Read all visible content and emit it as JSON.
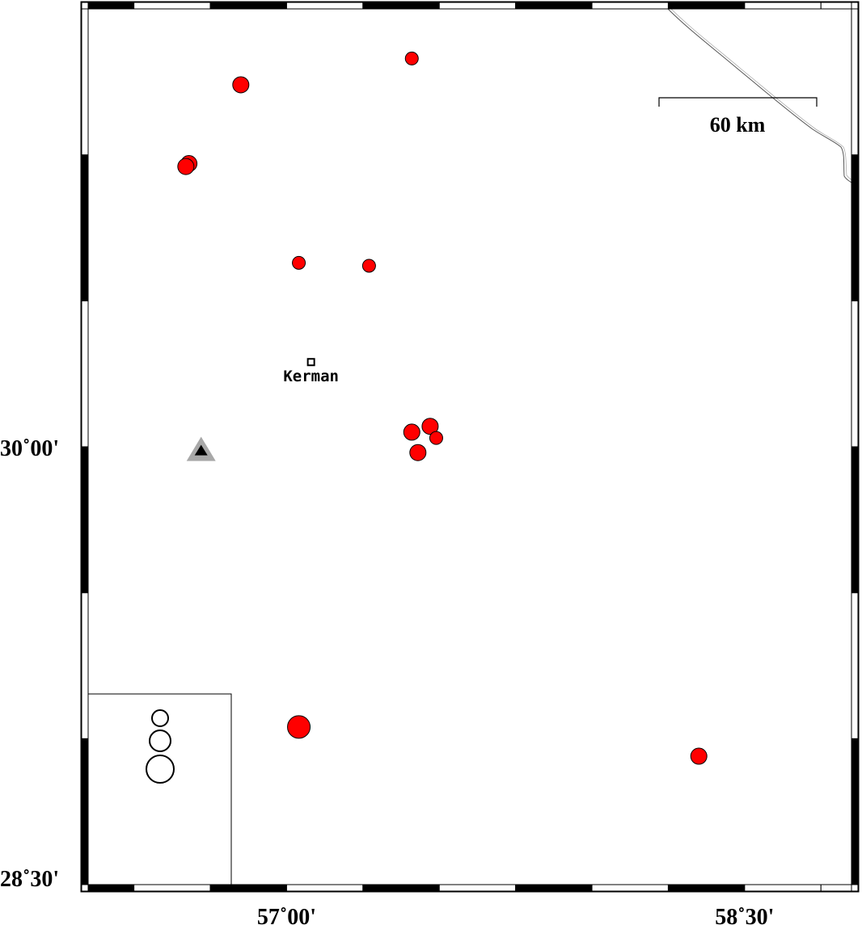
{
  "map": {
    "lon_range": [
      56.35,
      58.85
    ],
    "lat_range": [
      28.5,
      31.5
    ],
    "frame_ticks": {
      "lon_step_deg": 0.25,
      "lat_step_deg": 0.5
    },
    "x_tick_labels": [
      {
        "lon": 57.0,
        "text": "57˚00'"
      },
      {
        "lon": 58.5,
        "text": "58˚30'"
      }
    ],
    "y_tick_labels": [
      {
        "lat": 30.0,
        "text": "30˚00'"
      },
      {
        "lat": 28.5,
        "text": "28˚30'"
      }
    ],
    "scale_bar": {
      "label": "60 km"
    },
    "city": {
      "name": "Kerman",
      "lon": 57.08,
      "lat": 30.29
    },
    "station": {
      "lon": 56.72,
      "lat": 29.99,
      "outer_color": "#a8a8a8",
      "inner_color": "#000000"
    },
    "earthquakes": [
      {
        "lon": 57.41,
        "lat": 31.33,
        "size": "small"
      },
      {
        "lon": 56.85,
        "lat": 31.24,
        "size": "medium"
      },
      {
        "lon": 56.68,
        "lat": 30.97,
        "size": "medium"
      },
      {
        "lon": 56.67,
        "lat": 30.96,
        "size": "medium"
      },
      {
        "lon": 57.04,
        "lat": 30.63,
        "size": "small"
      },
      {
        "lon": 57.27,
        "lat": 30.62,
        "size": "small"
      },
      {
        "lon": 57.41,
        "lat": 30.05,
        "size": "medium"
      },
      {
        "lon": 57.47,
        "lat": 30.07,
        "size": "medium"
      },
      {
        "lon": 57.49,
        "lat": 30.03,
        "size": "small"
      },
      {
        "lon": 57.43,
        "lat": 29.98,
        "size": "medium"
      },
      {
        "lon": 57.04,
        "lat": 29.04,
        "size": "large"
      },
      {
        "lon": 58.35,
        "lat": 28.94,
        "size": "medium"
      }
    ],
    "magnitude_legend": [
      "small",
      "medium",
      "large"
    ],
    "colors": {
      "event_fill": "#ff0000",
      "event_stroke": "#000000",
      "frame_black": "#000000",
      "frame_white": "#ffffff",
      "coastline": "#555555"
    }
  }
}
